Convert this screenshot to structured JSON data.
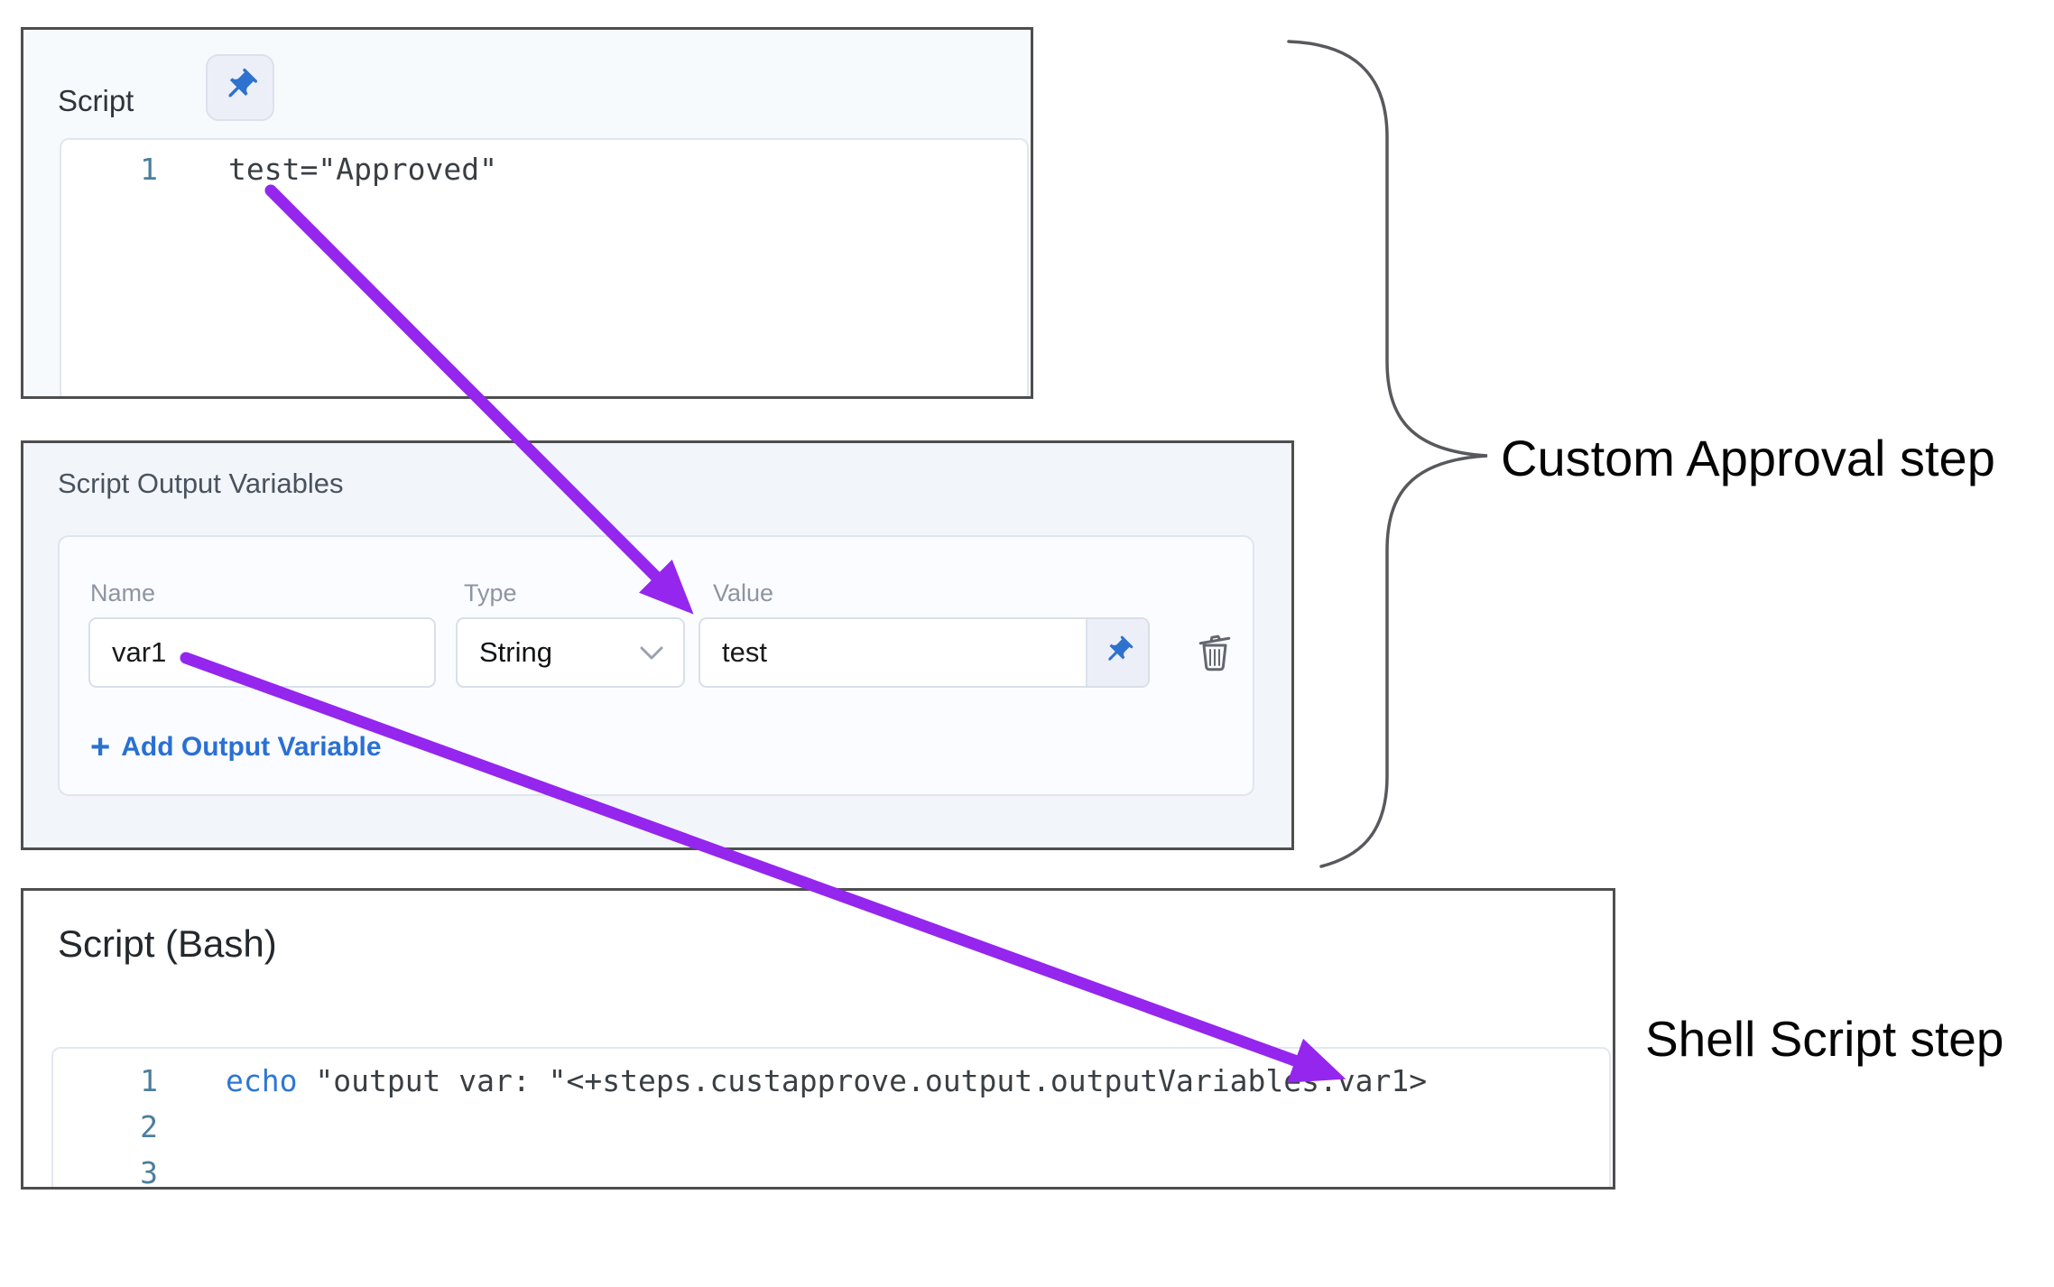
{
  "script_panel": {
    "title": "Script",
    "lines": [
      {
        "num": "1",
        "code": "test=\"Approved\""
      }
    ]
  },
  "variables_panel": {
    "title": "Script Output Variables",
    "columns": {
      "name": "Name",
      "type": "Type",
      "value": "Value"
    },
    "row": {
      "name": "var1",
      "type": "String",
      "value": "test"
    },
    "add_link": {
      "plus": "+",
      "label": "Add Output Variable"
    }
  },
  "bash_panel": {
    "title": "Script (Bash)",
    "lines": {
      "l1": {
        "num": "1",
        "keyword": "echo",
        "code": " \"output var: \"<+steps.custapprove.output.outputVariables.var1>"
      },
      "l2": {
        "num": "2"
      },
      "l3": {
        "num": "3"
      }
    }
  },
  "annotations": {
    "approval": "Custom Approval step",
    "shell": "Shell Script step"
  },
  "colors": {
    "arrow_purple": "#9426ee",
    "pin_blue": "#2e72cf",
    "keyword_blue": "#2e77d4",
    "link_blue": "#2a70d3",
    "line_number_teal": "#4b7e9d",
    "panel_border": "#4e4e4e",
    "panel_bg_light": "#f2f6fa"
  }
}
